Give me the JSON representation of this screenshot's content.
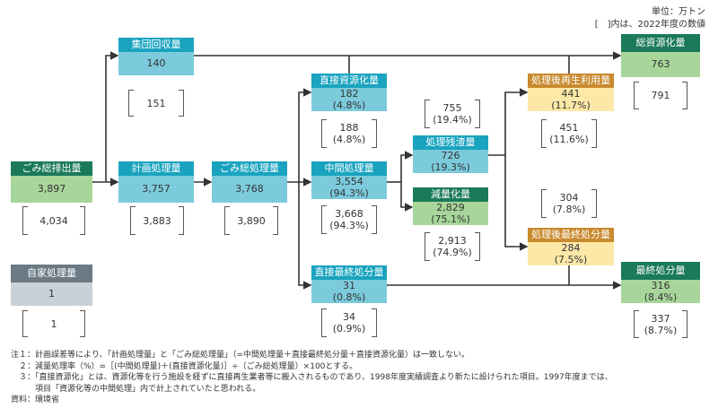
{
  "unit_label": "単位：万トン",
  "bracket_note": "[　]内は、2022年度の数値",
  "boxes": {
    "group_collection": {
      "title": "集団回収量",
      "value": "140",
      "prev": "151"
    },
    "total_discharge": {
      "title": "ごみ総排出量",
      "value": "3,897",
      "prev": "4,034"
    },
    "planned_treatment": {
      "title": "計画処理量",
      "value": "3,757",
      "prev": "3,883"
    },
    "total_treatment": {
      "title": "ごみ総処理量",
      "value": "3,768",
      "prev": "3,890"
    },
    "direct_recycling": {
      "title": "直接資源化量",
      "value": "182",
      "pct": "(4.8%)",
      "prev": "188",
      "prev_pct": "(4.8%)"
    },
    "intermediate": {
      "title": "中間処理量",
      "value": "3,554",
      "pct": "(94.3%)",
      "prev": "3,668",
      "prev_pct": "(94.3%)"
    },
    "direct_landfill": {
      "title": "直接最終処分量",
      "value": "31",
      "pct": "(0.8%)",
      "prev": "34",
      "prev_pct": "(0.9%)"
    },
    "residue": {
      "title": "処理残渣量",
      "value": "726",
      "pct": "(19.3%)",
      "prev": "755",
      "prev_pct": "(19.4%)"
    },
    "reduction": {
      "title": "減量化量",
      "value": "2,829",
      "pct": "(75.1%)",
      "prev": "2,913",
      "prev_pct": "(74.9%)"
    },
    "post_recycling": {
      "title": "処理後再生利用量",
      "value": "441",
      "pct": "(11.7%)",
      "prev": "451",
      "prev_pct": "(11.6%)"
    },
    "post_landfill": {
      "title": "処理後最終処分量",
      "value": "284",
      "pct": "(7.5%)",
      "prev": "304",
      "prev_pct": "(7.8%)"
    },
    "total_recycling": {
      "title": "総資源化量",
      "value": "763",
      "prev": "791"
    },
    "final_disposal": {
      "title": "最終処分量",
      "value": "316",
      "pct": "(8.4%)",
      "prev": "337",
      "prev_pct": "(8.7%)"
    },
    "self_treatment": {
      "title": "自家処理量",
      "value": "1",
      "prev": "1"
    }
  },
  "notes": [
    "注１：計画誤差等により、「計画処理量」と「ごみ総処理量」（=中間処理量＋直接最終処分量＋直接資源化量）は一致しない。",
    "　２：減量処理率（%）=［(中間処理量)＋(直接資源化量)］÷（ごみ総処理量）×100とする。",
    "　３：「直接資源化」とは、資源化等を行う施設を経ずに直接再生業者等に搬入されるものであり、1998年度実績調査より新たに設けられた項目。1997年度までは、",
    "　　　項目「資源化等の中間処理」内で計上されていたと思われる。",
    "資料：環境省"
  ]
}
